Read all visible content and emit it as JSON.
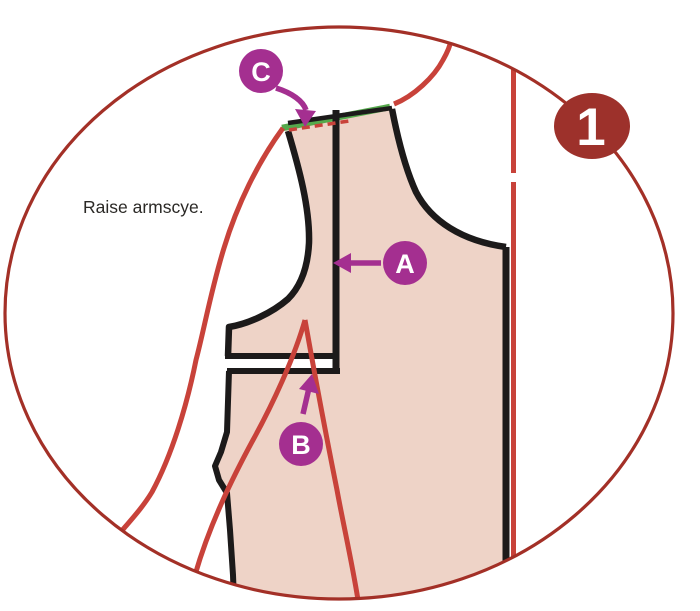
{
  "figure": {
    "caption": "Raise armscye.",
    "step_number": "1",
    "callouts": {
      "a": "A",
      "b": "B",
      "c": "C"
    },
    "callout_targets": {
      "a": "princess-seam-line",
      "b": "horizontal-spread-gap",
      "c": "raised-shoulder-highlight"
    }
  },
  "colors": {
    "frame-red": "#a33027",
    "badge-red": "#9d312b",
    "pattern-red": "#c8423a",
    "pattern-fill": "#eed3c7",
    "outline-black": "#1c1a1a",
    "highlight-green": "#55a94c",
    "callout-purple": "#a42f90",
    "caption-text": "#2b2926",
    "background": "#ffffff"
  }
}
